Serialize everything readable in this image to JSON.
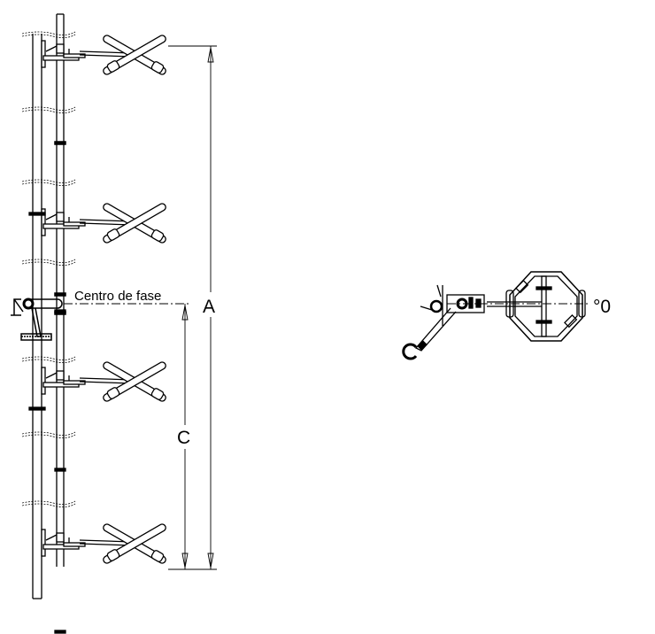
{
  "labels": {
    "phase_center": "Centro de fase",
    "dim_a": "A",
    "dim_c": "C",
    "angle": "°0"
  },
  "colors": {
    "line": "#000000",
    "background": "#ffffff"
  },
  "side_view": {
    "dipole_count": 4
  }
}
